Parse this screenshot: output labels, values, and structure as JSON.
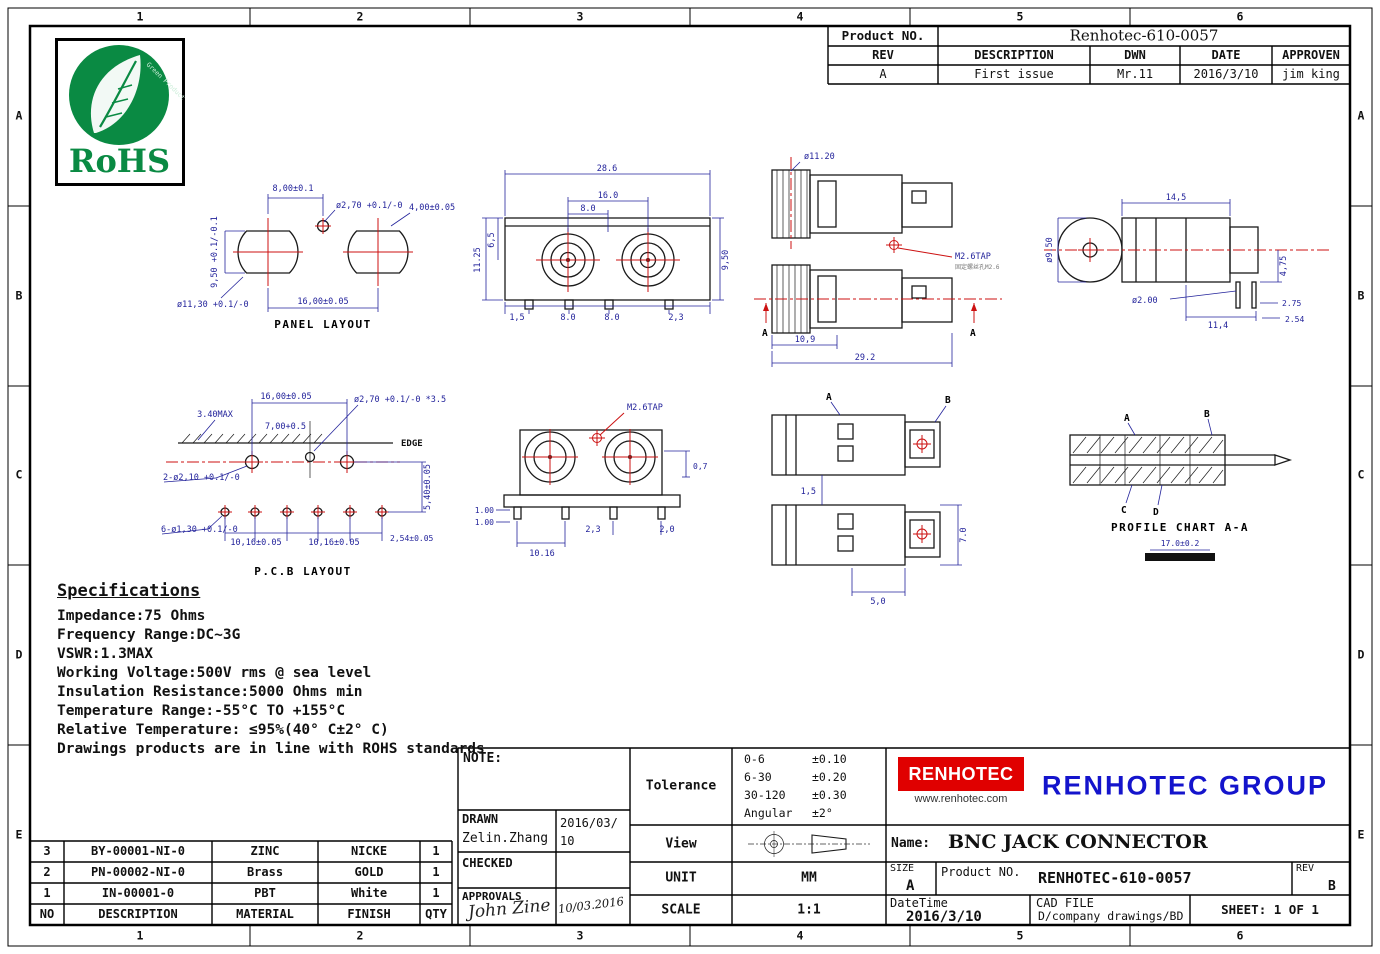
{
  "page": {
    "grid_cols": [
      "1",
      "2",
      "3",
      "4",
      "5",
      "6"
    ],
    "grid_rows": [
      "A",
      "B",
      "C",
      "D",
      "E"
    ]
  },
  "rohs": {
    "title": "RoHS",
    "arc_text": "Green Product"
  },
  "rev_table": {
    "product_no_label": "Product NO.",
    "product_no_value": "Renhotec-610-0057",
    "h_rev": "REV",
    "h_description": "DESCRIPTION",
    "h_dwn": "DWN",
    "h_date": "DATE",
    "h_approven": "APPROVEN",
    "r_rev": "A",
    "r_description": "First issue",
    "r_dwn": "Mr.11",
    "r_date": "2016/3/10",
    "r_approven": "jim king"
  },
  "panel_layout": {
    "title": "PANEL LAYOUT",
    "dim_8": "8,00±0.1",
    "dim_d270": "ø2,70 +0.1/-0",
    "dim_4": "4,00±0.05",
    "dim_950": "9,50 +0.1/-0.1",
    "dim_d1130": "ø11,30 +0.1/-0",
    "dim_16": "16,00±0.05"
  },
  "front_view": {
    "dim_286": "28.6",
    "dim_160": "16.0",
    "dim_80_top": "8.0",
    "dim_1125": "11.25",
    "dim_65": "6,5",
    "dim_950": "9,50",
    "dim_15": "1,5",
    "dim_80_a": "8.0",
    "dim_80_b": "8.0",
    "dim_23": "2,3"
  },
  "side_view": {
    "dim_d1120": "ø11.20",
    "m26tap": "M2.6TAP",
    "note": "固定螺丝孔M2.6",
    "dim_109": "10,9",
    "dim_292": "29.2",
    "marker_a": "A"
  },
  "side_view2": {
    "dim_145": "14,5",
    "dim_d950": "ø9.50",
    "dim_475": "4,75",
    "dim_d200": "ø2.00",
    "dim_114": "11,4",
    "dim_275": "2.75",
    "dim_254": "2.54"
  },
  "pcb_layout": {
    "title": "P.C.B LAYOUT",
    "dim_340": "3.40MAX",
    "dim_16": "16,00±0.05",
    "dim_d270": "ø2,70 +0.1/-0 *3.5",
    "dim_700": "7,00+0.5",
    "edge": "EDGE",
    "dim_d210": "2-ø2,10 +0.1/-0",
    "dim_540": "5,40±0.05",
    "dim_d130": "6-ø1,30 +0.1/-0",
    "dim_1016a": "10,16±0.05",
    "dim_1016b": "10,16±0.05",
    "dim_254": "2,54±0.05"
  },
  "front_view2": {
    "m26tap": "M2.6TAP",
    "dim_07": "0,7",
    "dim_100a": "1.00",
    "dim_100b": "1.00",
    "dim_1016": "10.16",
    "dim_23": "2,3",
    "dim_20": "2,0"
  },
  "rear_view": {
    "dim_15": "1,5",
    "dim_70": "7.0",
    "dim_50": "5,0",
    "marker_a": "A",
    "marker_b": "B"
  },
  "profile_chart": {
    "title": "PROFILE CHART A-A",
    "dim_17": "17.0±0.2",
    "marker_a": "A",
    "marker_b": "B",
    "marker_c": "C",
    "marker_d": "D"
  },
  "specifications": {
    "title": "Specifications",
    "lines": [
      "Impedance:75 Ohms",
      "Frequency Range:DC~3G",
      "VSWR:1.3MAX",
      "Working Voltage:500V rms @ sea level",
      "Insulation Resistance:5000 Ohms min",
      "Temperature Range:-55°C TO +155°C",
      "Relative Temperature: ≤95%(40° C±2° C)",
      "Drawings products are in line with ROHS standards"
    ]
  },
  "parts_table": {
    "h_no": "NO",
    "h_description": "DESCRIPTION",
    "h_material": "MATERIAL",
    "h_finish": "FINISH",
    "h_qty": "QTY",
    "rows": [
      {
        "no": "3",
        "description": "BY-00001-NI-0",
        "material": "ZINC",
        "finish": "NICKE",
        "qty": "1"
      },
      {
        "no": "2",
        "description": "PN-00002-NI-0",
        "material": "Brass",
        "finish": "GOLD",
        "qty": "1"
      },
      {
        "no": "1",
        "description": "IN-00001-0",
        "material": "PBT",
        "finish": "White",
        "qty": "1"
      }
    ]
  },
  "title_block": {
    "note_label": "NOTE:",
    "drawn_label": "DRAWN",
    "drawn_name": "Zelin.Zhang",
    "drawn_date": "2016/03/10",
    "checked_label": "CHECKED",
    "approvals_label": "APPROVALS",
    "approvals_signature": "John Zine",
    "approvals_date": "10/03.2016",
    "tolerance_label": "Tolerance",
    "tol_ranges": [
      "0-6",
      "6-30",
      "30-120",
      "Angular"
    ],
    "tol_values": [
      "±0.10",
      "±0.20",
      "±0.30",
      "±2°"
    ],
    "view_label": "View",
    "unit_label": "UNIT",
    "unit_value": "MM",
    "scale_label": "SCALE",
    "scale_value": "1:1",
    "brand_box": "RENHOTEC",
    "brand_url": "www.renhotec.com",
    "brand_group": "RENHOTEC GROUP",
    "name_label": "Name:",
    "name_value": "BNC JACK CONNECTOR",
    "size_label": "SIZE",
    "size_value": "A",
    "product_label": "Product NO.",
    "product_value": "RENHOTEC-610-0057",
    "rev_label": "REV",
    "rev_value": "B",
    "datetime_label": "DateTime",
    "datetime_value": "2016/3/10",
    "cadfile_label": "CAD FILE",
    "cadfile_value": "D/company drawings/BD",
    "sheet_label": "SHEET: 1 OF 1"
  }
}
